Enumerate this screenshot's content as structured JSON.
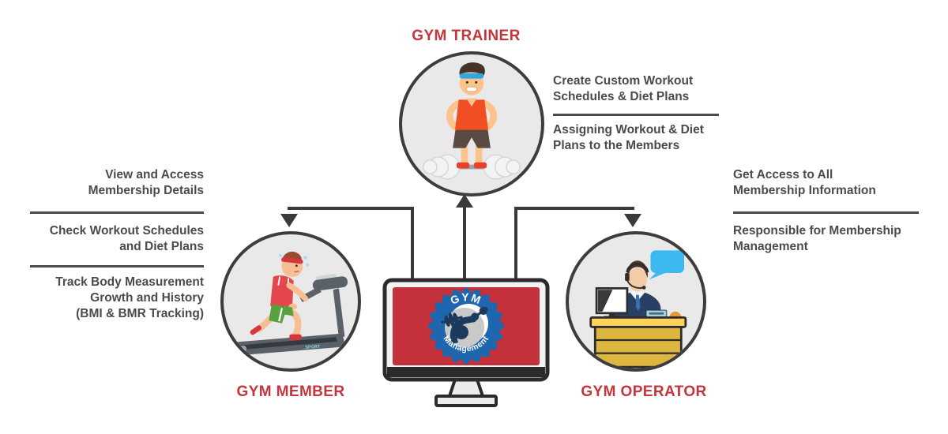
{
  "palette": {
    "title_red": "#c4353c",
    "screen_red": "#c5313a",
    "logo_blue": "#1e66ae",
    "logo_navy": "#1c3a5e",
    "connector_gray": "#3a3a3a",
    "note_text_gray": "#4b4b4b",
    "circle_fill": "#e9e9e9",
    "circle_border": "#3d3d3d",
    "desk_yellow": "#dcb63e",
    "speech_bubble_blue": "#3cb9ef"
  },
  "trainer": {
    "label": "GYM TRAINER",
    "notes": [
      [
        "Create Custom Workout",
        "Schedules & Diet Plans"
      ],
      [
        "Assigning Workout & Diet",
        "Plans to the Members"
      ]
    ]
  },
  "member": {
    "label": "GYM MEMBER",
    "notes": [
      [
        "View and Access",
        "Membership Details"
      ],
      [
        "Check Workout Schedules",
        "and Diet Plans"
      ],
      [
        "Track Body Measurement",
        "Growth and History",
        "(BMI & BMR Tracking)"
      ]
    ]
  },
  "operator": {
    "label": "GYM OPERATOR",
    "notes": [
      [
        "Get Access to All",
        "Membership Information"
      ],
      [
        "Responsible for Membership",
        "Management"
      ]
    ]
  },
  "monitor": {
    "logo_top": "GYM",
    "logo_bottom": "Management"
  },
  "member_art": {
    "treadmill_label": "SPORT"
  }
}
